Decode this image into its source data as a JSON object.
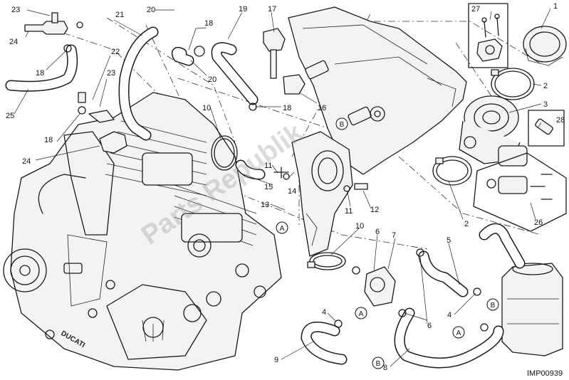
{
  "diagram": {
    "drawing_code": "IMP00939",
    "watermark": "Parts Republik",
    "engine_brand": "DUCATI",
    "callouts": [
      "1",
      "2",
      "2",
      "3",
      "4",
      "4",
      "5",
      "6",
      "6",
      "7",
      "8",
      "9",
      "10",
      "10",
      "11",
      "11",
      "12",
      "13",
      "14",
      "15",
      "16",
      "17",
      "18",
      "18",
      "18",
      "18",
      "19",
      "20",
      "20",
      "21",
      "22",
      "23",
      "23",
      "24",
      "24",
      "25",
      "26",
      "27",
      "28"
    ],
    "refs": [
      "A",
      "A",
      "A",
      "B",
      "B",
      "B"
    ]
  }
}
